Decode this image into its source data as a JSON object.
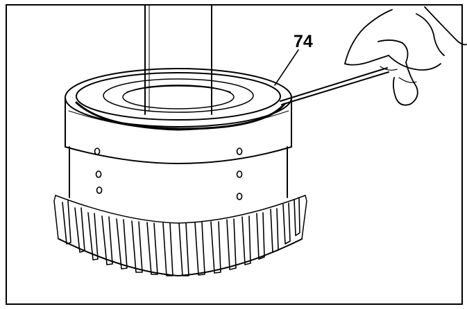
{
  "figure": {
    "callout_label": "74",
    "colors": {
      "ink": "#000000",
      "paper": "#ffffff"
    },
    "depicts": [
      "shaft",
      "clutch-drum",
      "snap-ring",
      "helical-gear",
      "hand",
      "screwdriver"
    ]
  }
}
